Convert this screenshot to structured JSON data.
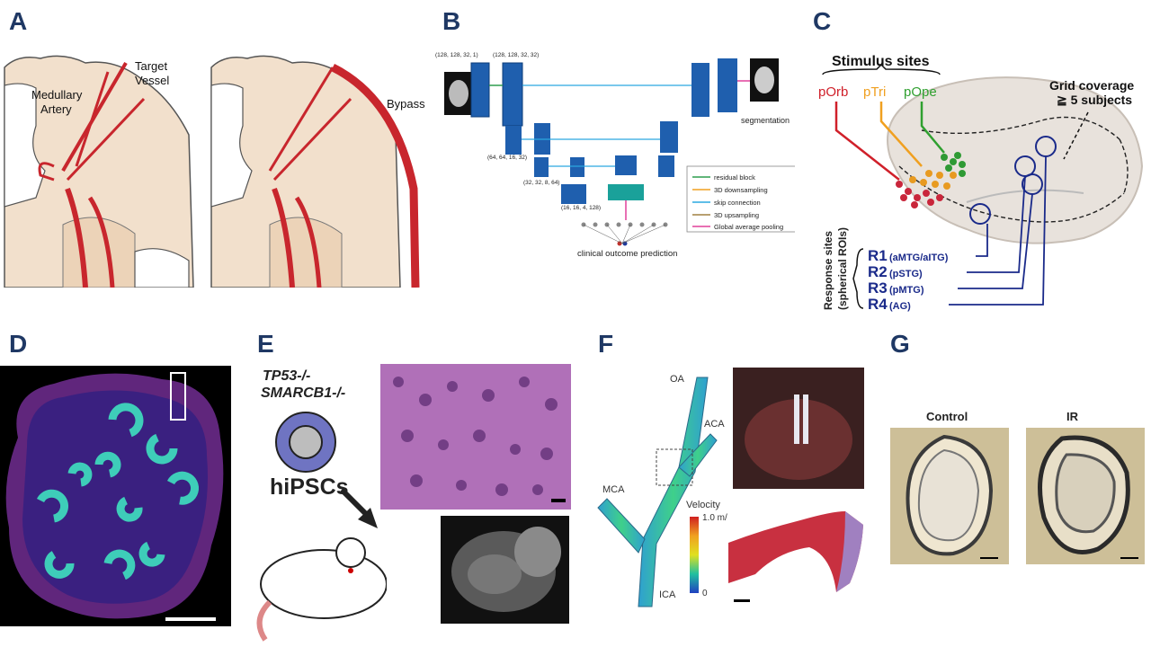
{
  "panels": {
    "A": {
      "label": "A",
      "target_vessel": "Target\nVessel",
      "target_vessel_l1": "Target",
      "target_vessel_l2": "Vessel",
      "medullary_l1": "Medullary",
      "medullary_l2": "Artery",
      "bypass": "Bypass"
    },
    "B": {
      "label": "B",
      "shapes": [
        "(128, 128, 32, 1)",
        "(128, 128, 32, 32)",
        "(64, 64, 16, 32)",
        "(32, 32, 8, 64)",
        "(16, 16, 4, 128)"
      ],
      "segmentation": "segmentation",
      "prediction": "clinical outcome prediction",
      "legend": [
        {
          "label": "residual block",
          "color": "#2e9e4f"
        },
        {
          "label": "3D downsampling",
          "color": "#f0a020"
        },
        {
          "label": "skip connection",
          "color": "#2aa8e0"
        },
        {
          "label": "3D upsampling",
          "color": "#a08040"
        },
        {
          "label": "Global average pooling",
          "color": "#e0409a"
        }
      ]
    },
    "C": {
      "label": "C",
      "stimulus_sites": "Stimulus sites",
      "pOrb": "pOrb",
      "pTri": "pTri",
      "pOpe": "pOpe",
      "grid_l1": "Grid coverage",
      "grid_l2": "≧ 5 subjects",
      "response_l1": "Response sites",
      "response_l2": "(spherical ROIs)",
      "rois": [
        {
          "id": "R1",
          "name": "(aMTG/aITG)"
        },
        {
          "id": "R2",
          "name": "(pSTG)"
        },
        {
          "id": "R3",
          "name": "(pMTG)"
        },
        {
          "id": "R4",
          "name": "(AG)"
        }
      ],
      "colors": {
        "pOrb": "#d0202a",
        "pTri": "#f0a020",
        "pOpe": "#30a030",
        "roi": "#1a2a8a"
      }
    },
    "D": {
      "label": "D"
    },
    "E": {
      "label": "E",
      "genotype_l1": "TP53-/-",
      "genotype_l2": "SMARCB1-/-",
      "cells": "hiPSCs"
    },
    "F": {
      "label": "F",
      "vessels": {
        "OA": "OA",
        "ACA": "ACA",
        "MCA": "MCA",
        "ICA": "ICA"
      },
      "velocity_label": "Velocity",
      "velocity_max": "1.0 m/",
      "velocity_min": "0"
    },
    "G": {
      "label": "G",
      "control": "Control",
      "ir": "IR"
    }
  }
}
